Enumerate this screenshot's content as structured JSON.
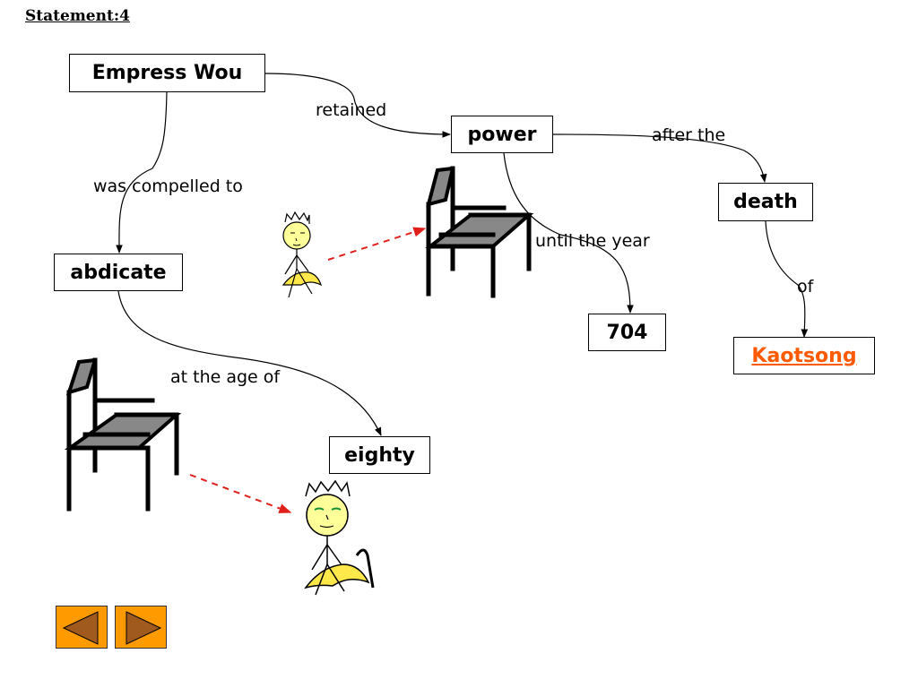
{
  "slide": {
    "heading": "Statement:4"
  },
  "nodes": {
    "empress": "Empress Wou",
    "power": "power",
    "death": "death",
    "abdicate": "abdicate",
    "year": "704",
    "kaotsong": "Kaotsong",
    "eighty": "eighty"
  },
  "links": {
    "retained": "retained",
    "after_the": "after the",
    "was_compelled_to": "was compelled to",
    "until_the_year": "until the year",
    "of": "of",
    "at_the_age_of": "at the age of"
  },
  "colors": {
    "link_text": "#ff5a00",
    "dashed_arrow": "#e0201a",
    "nav_fill": "#ff9a00",
    "nav_arrow": "#a05a1e",
    "face": "#ffff99",
    "robe": "#ffe84a",
    "chair_seat": "#888888"
  },
  "icons": {
    "prev": "left-triangle-icon",
    "next": "right-triangle-icon",
    "chair": "throne-chair-icon",
    "figure": "crowned-figure-icon"
  }
}
